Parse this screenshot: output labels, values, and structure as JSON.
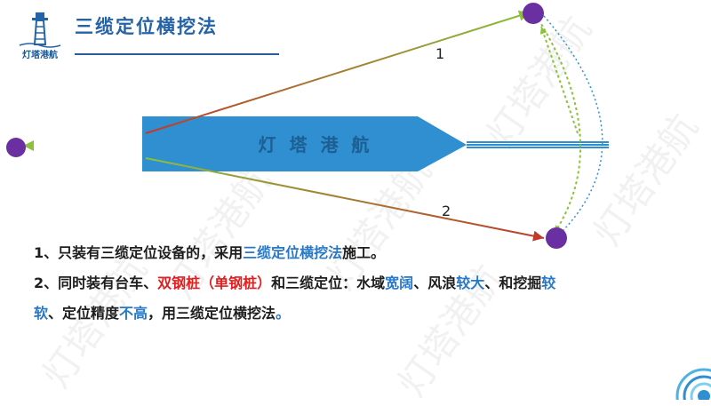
{
  "header": {
    "logo_text": "灯塔港航",
    "title": "三缆定位横挖法"
  },
  "diagram": {
    "ship_label": "灯 塔 港 航",
    "cable_labels": [
      "1",
      "2"
    ]
  },
  "watermark": "灯塔港航",
  "paragraphs": {
    "p1": {
      "a": "1、只装有三缆定位设备的，采用",
      "b": "三缆定位横挖法",
      "c": "施工。"
    },
    "p2": {
      "a": "2、同时装有台车、",
      "b": "双钢桩（单钢桩）",
      "c": "和三缆定位：水域",
      "d": "宽阔",
      "e": "、风浪",
      "f": "较大",
      "g": "、和挖掘",
      "h": "较",
      "i": "软",
      "j": "、定位精度",
      "k": "不高",
      "l": "，用三缆定位横挖法",
      "m": "。"
    }
  },
  "colors": {
    "ship": "#2f8fd0",
    "anchor": "#6a2fa0",
    "accent_blue": "#2878c8",
    "accent_red": "#e02020",
    "cable_green": "#8ac23a",
    "cable_red": "#c0392b"
  }
}
